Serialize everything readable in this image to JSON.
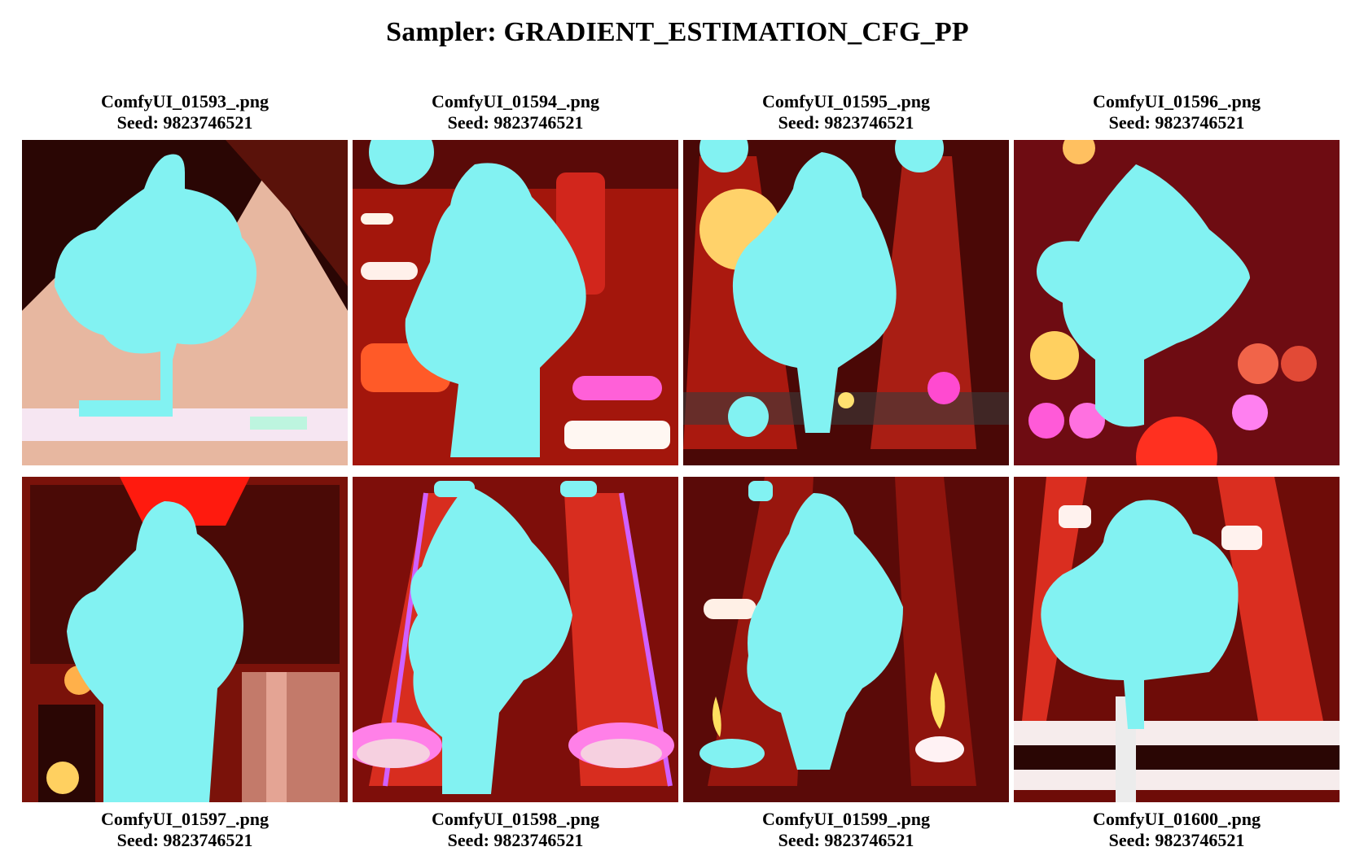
{
  "title": "Sampler: GRADIENT_ESTIMATION_CFG_PP",
  "seed_prefix": "Seed: ",
  "images": [
    {
      "filename": "ComfyUI_01593_.png",
      "seed": "Seed: 9823746521",
      "bg": "#3b0a06",
      "accent": "#f3c9b4"
    },
    {
      "filename": "ComfyUI_01594_.png",
      "seed": "Seed: 9823746521",
      "bg": "#8c1208",
      "accent": "#ff5a2a"
    },
    {
      "filename": "ComfyUI_01595_.png",
      "seed": "Seed: 9823746521",
      "bg": "#5c0d08",
      "accent": "#ff4a30"
    },
    {
      "filename": "ComfyUI_01596_.png",
      "seed": "Seed: 9823746521",
      "bg": "#6a0c12",
      "accent": "#ffd064"
    },
    {
      "filename": "ComfyUI_01597_.png",
      "seed": "Seed: 9823746521",
      "bg": "#5a0f08",
      "accent": "#ff2a18"
    },
    {
      "filename": "ComfyUI_01598_.png",
      "seed": "Seed: 9823746521",
      "bg": "#7a0d0a",
      "accent": "#ff3a2a"
    },
    {
      "filename": "ComfyUI_01599_.png",
      "seed": "Seed: 9823746521",
      "bg": "#4a0906",
      "accent": "#ff6a30"
    },
    {
      "filename": "ComfyUI_01600_.png",
      "seed": "Seed: 9823746521",
      "bg": "#6e0c08",
      "accent": "#ff4a38"
    }
  ],
  "blob_color": "#82f2f2"
}
